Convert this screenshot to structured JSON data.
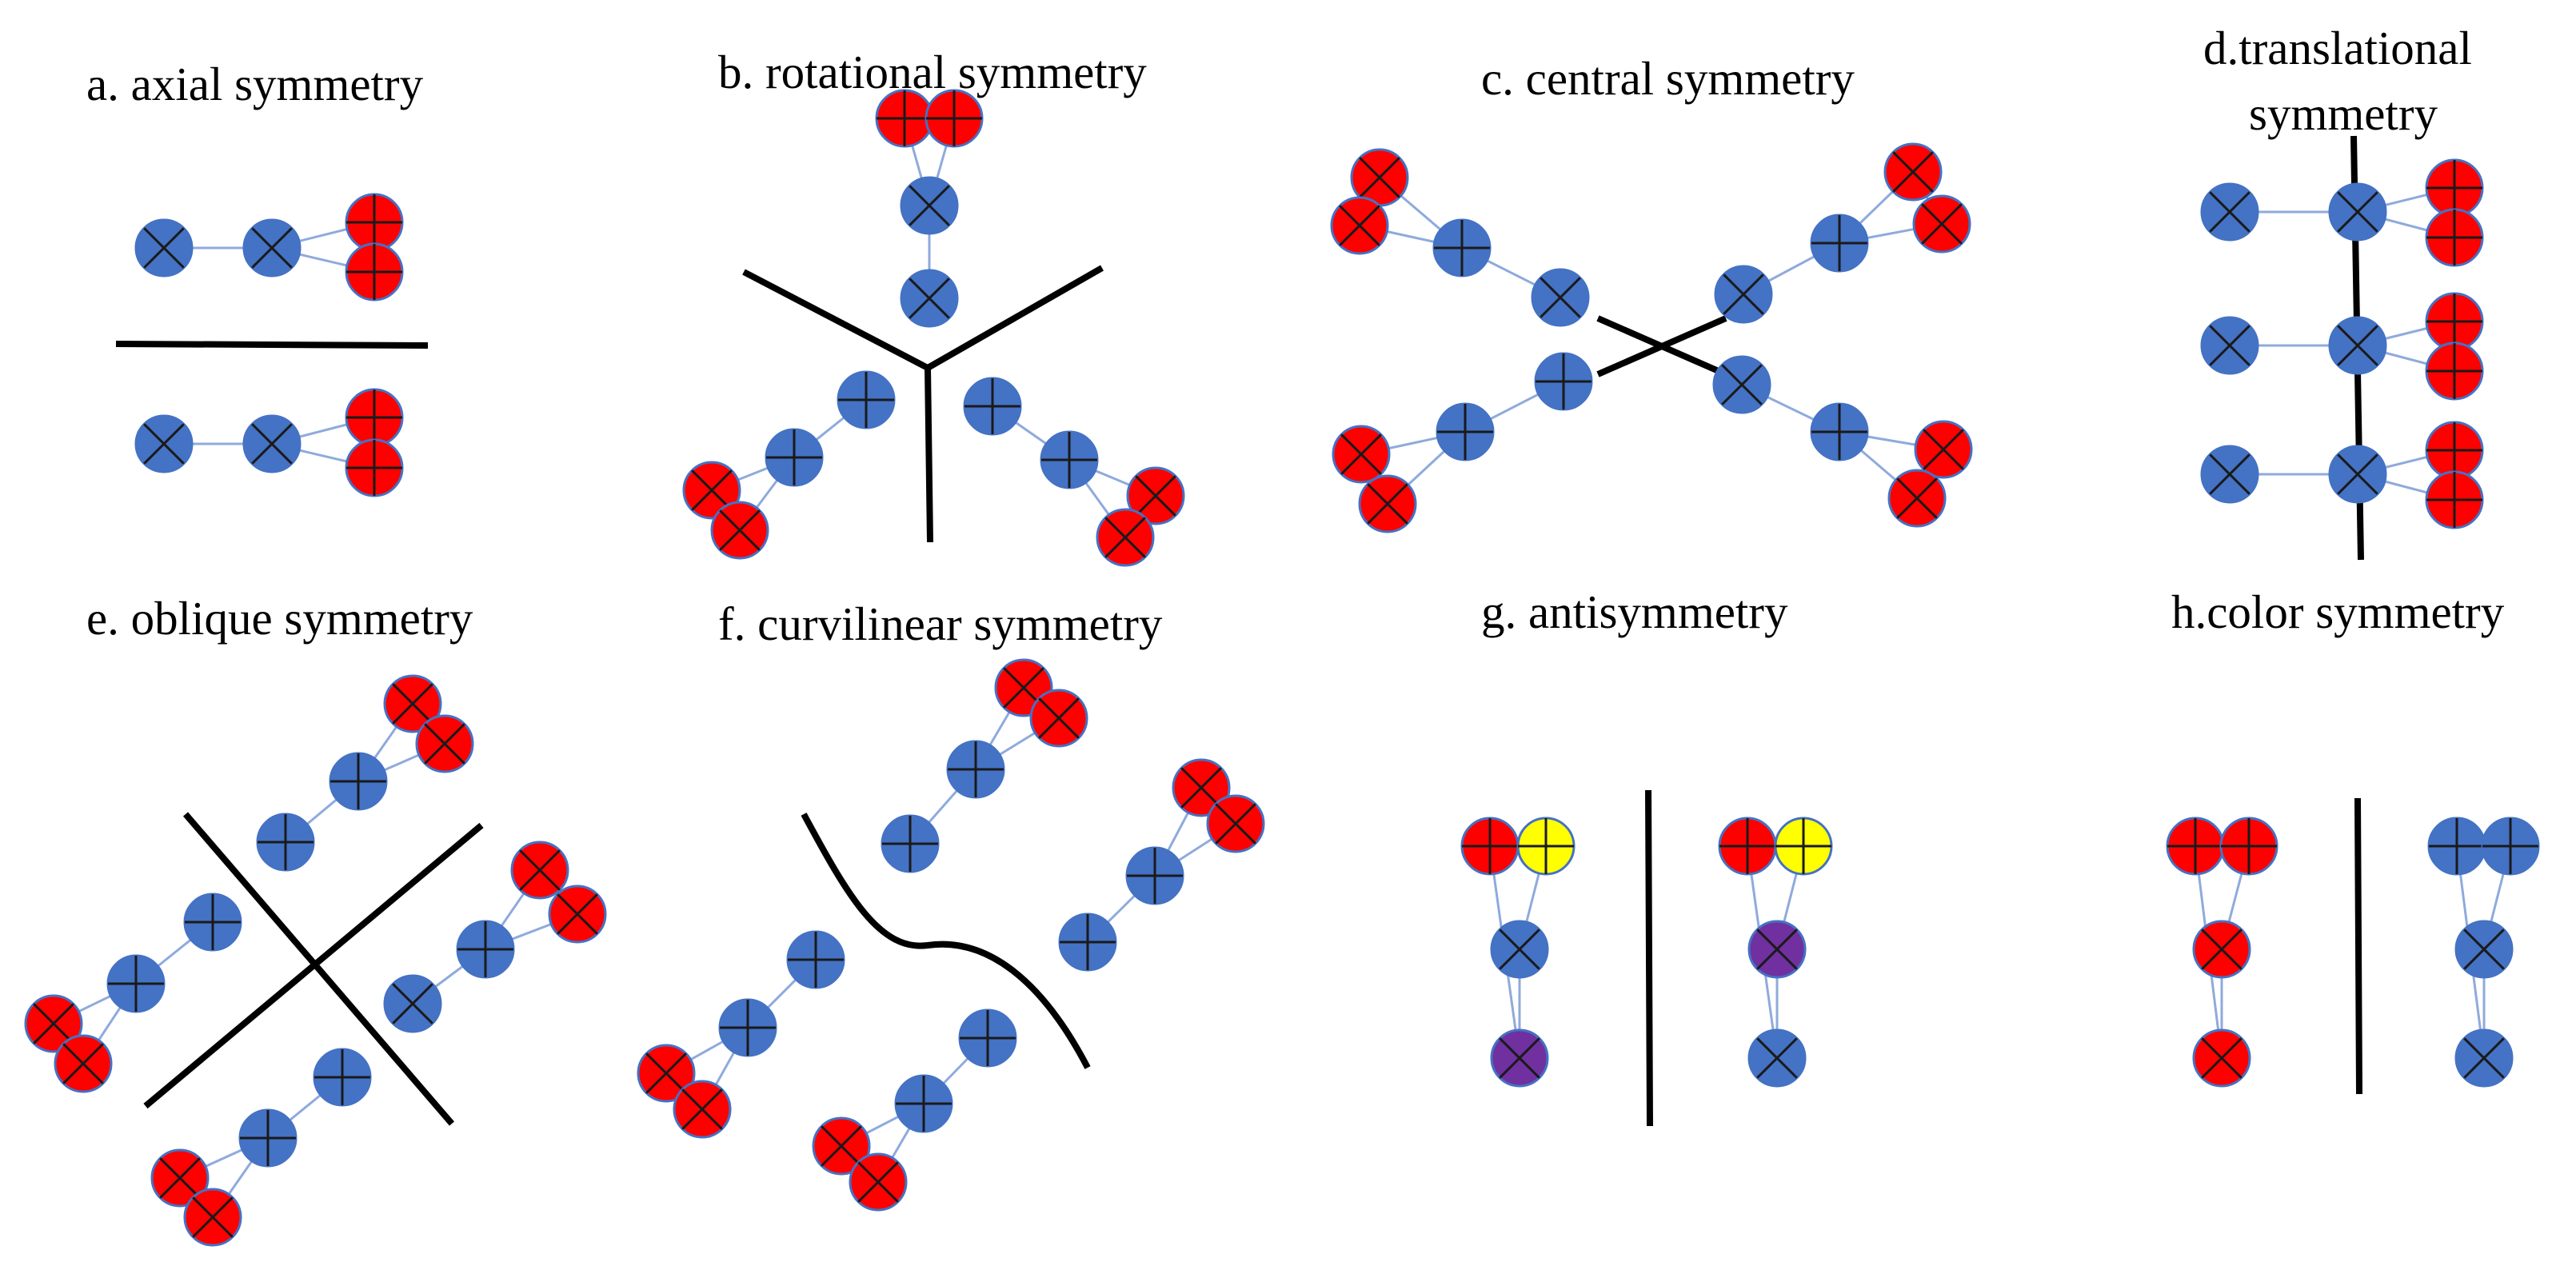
{
  "panels": [
    {
      "id": "a",
      "title": "a. axial symmetry"
    },
    {
      "id": "b",
      "title": "b. rotational symmetry"
    },
    {
      "id": "c",
      "title": "c. central symmetry"
    },
    {
      "id": "d",
      "title_line1": "d.translational",
      "title_line2": "symmetry"
    },
    {
      "id": "e",
      "title": "e. oblique symmetry"
    },
    {
      "id": "f",
      "title": "f. curvilinear symmetry"
    },
    {
      "id": "g",
      "title": "g. antisymmetry"
    },
    {
      "id": "h",
      "title": "h.color symmetry"
    }
  ],
  "colors": {
    "blue_node": "#4472C4",
    "red_node": "#FF0000",
    "yellow_node": "#FFFF00",
    "purple_node": "#7030A0",
    "link": "#8FAADC",
    "axis": "#000000"
  },
  "icons": {
    "cross_symbol": "x-cross-icon",
    "plus_symbol": "plus-icon"
  }
}
